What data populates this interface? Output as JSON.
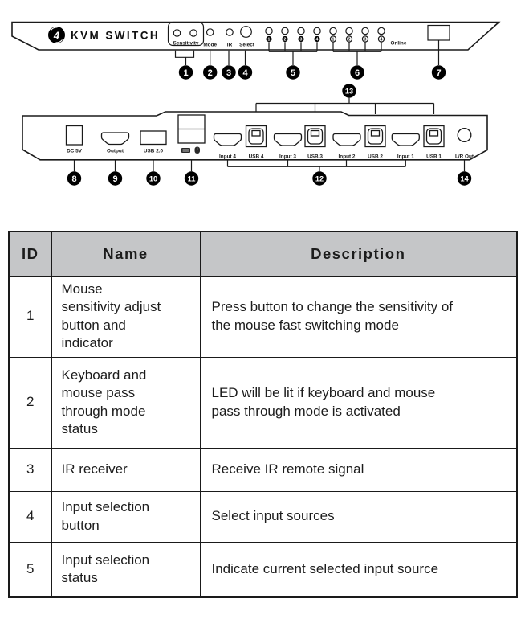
{
  "device_front": {
    "logo_number": "4",
    "brand": "KVM SWITCH",
    "labels": {
      "sensitivity": "Sensitivity",
      "mode": "Mode",
      "ir": "IR",
      "select": "Select",
      "online": "Online"
    },
    "select_leds": [
      "1",
      "2",
      "3",
      "4"
    ],
    "online_leds": [
      "1",
      "2",
      "3",
      "4"
    ],
    "callouts": [
      "1",
      "2",
      "3",
      "4",
      "5",
      "6",
      "7"
    ]
  },
  "device_rear": {
    "ports": {
      "power": "DC 5V",
      "output": "Output",
      "usb20": "USB 2.0",
      "input4": "Input 4",
      "usb4": "USB 4",
      "input3": "Input 3",
      "usb3": "USB 3",
      "input2": "Input 2",
      "usb2": "USB 2",
      "input1": "Input 1",
      "usb1": "USB 1",
      "audio": "L/R Out"
    },
    "icons": [
      "keyboard-icon",
      "mouse-icon"
    ],
    "callouts": [
      "8",
      "9",
      "10",
      "11",
      "12",
      "13",
      "14"
    ]
  },
  "table": {
    "headers": [
      "ID",
      "Name",
      "Description"
    ],
    "rows": [
      {
        "id": "1",
        "name": "Mouse\nsensitivity adjust\nbutton and\nindicator",
        "description": "Press button to change the sensitivity of\nthe mouse fast switching mode"
      },
      {
        "id": "2",
        "name": "Keyboard and\nmouse pass\nthrough mode\nstatus",
        "description": "LED will be lit if keyboard and mouse\npass through mode is activated"
      },
      {
        "id": "3",
        "name": "IR receiver",
        "description": "Receive IR remote signal"
      },
      {
        "id": "4",
        "name": "Input selection\nbutton",
        "description": "Select input sources"
      },
      {
        "id": "5",
        "name": "Input selection\nstatus",
        "description": "Indicate current selected input source"
      }
    ]
  },
  "colors": {
    "line": "#1a1a1a",
    "header_bg": "#c5c6c8",
    "callout_bg": "#000000",
    "callout_text": "#ffffff"
  }
}
